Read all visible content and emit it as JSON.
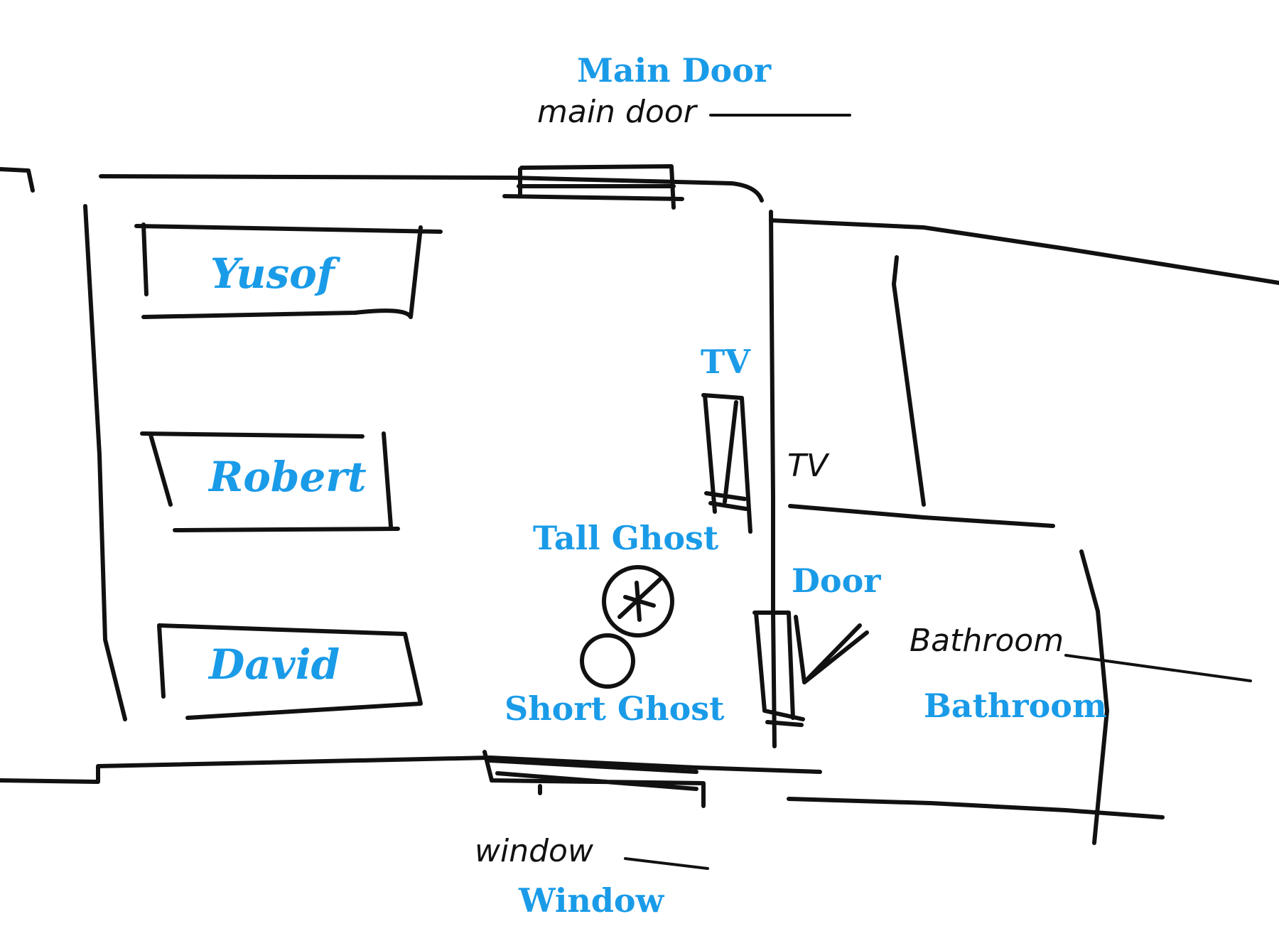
{
  "labels": {
    "main_door": "Main Door",
    "tv": "TV",
    "tall_ghost": "Tall Ghost",
    "door": "Door",
    "bathroom": "Bathroom",
    "short_ghost": "Short Ghost",
    "window": "Window"
  },
  "beds": {
    "bed_1": "Yusof",
    "bed_2": "Robert",
    "bed_3": "David"
  },
  "handwriting": {
    "main_door": "main door",
    "tv": "TV",
    "bathroom": "Bathroom",
    "window": "window"
  },
  "colors": {
    "label_blue": "#1a9be8",
    "ink": "#111111"
  }
}
